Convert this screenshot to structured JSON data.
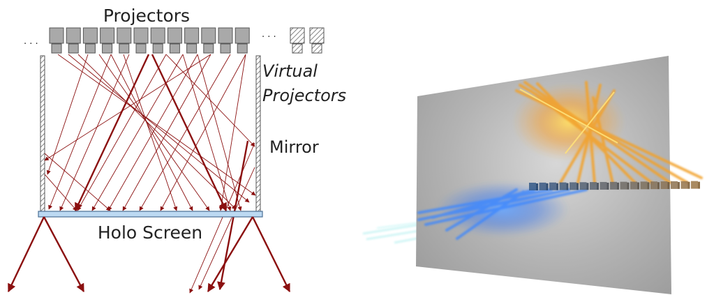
{
  "left_diagram": {
    "projectors_label": "Projectors",
    "virtual_projectors_line1": "Virtual",
    "virtual_projectors_line2": "Projectors",
    "mirror_label": "Mirror",
    "screen_label": "Holo Screen",
    "ellipsis": ". . .",
    "projector_count": 12,
    "virtual_projector_count": 2
  },
  "colors": {
    "ray": "#8b1010",
    "screen_fill": "#bcd9f2",
    "screen_stroke": "#4a6f94",
    "projector_fill": "#a9a9a9",
    "mirror_hatch": "#555555"
  },
  "right_render": {
    "panel_color": "#a7a7a7",
    "orange_beam": "#f0a22a",
    "blue_beam": "#3a86ff",
    "cyan_beam": "#bff3f3",
    "projector_row_color": "#4b6b8a"
  }
}
